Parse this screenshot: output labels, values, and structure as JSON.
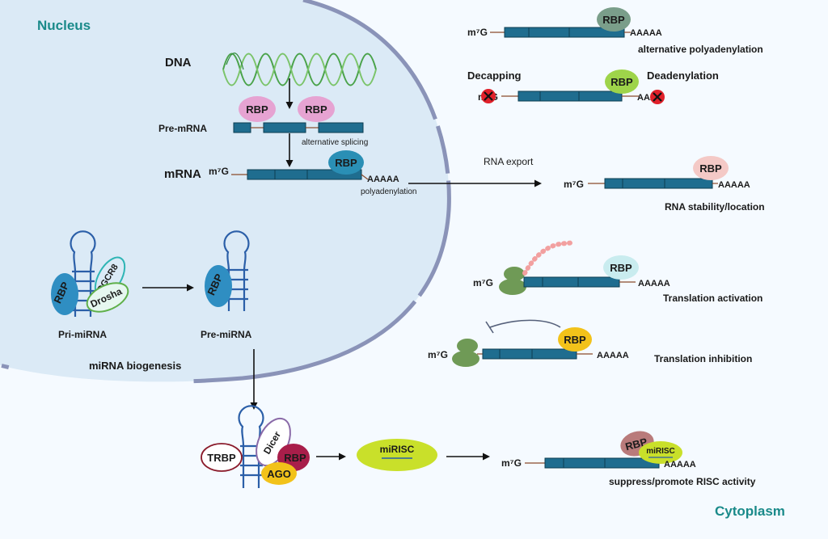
{
  "regions": {
    "nucleus": "Nucleus",
    "cytoplasm": "Cytoplasm"
  },
  "labels": {
    "dna": "DNA",
    "pre_mrna": "Pre-mRNA",
    "mrna": "mRNA",
    "rbp": "RBP",
    "cap": "m⁷G",
    "polya": "AAAAA",
    "alt_splicing": "alternative splicing",
    "polyadenylation": "polyadenylation",
    "rna_export": "RNA export",
    "alt_polyadenylation": "alternative polyadenylation",
    "decapping": "Decapping",
    "deadenylation": "Deadenylation",
    "decap_cap": "m⁷G",
    "deadenyl_tail": "AAAA",
    "stability": "RNA stability/location",
    "translation_activation": "Translation activation",
    "translation_inhibition": "Translation inhibition",
    "dgcr8": "DGCR8",
    "drosha": "Drosha",
    "pri_mirna": "Pri-miRNA",
    "pre_mirna": "Pre-miRNA",
    "mirna_biogenesis": "miRNA biogenesis",
    "trbp": "TRBP",
    "dicer": "Dicer",
    "ago": "AGO",
    "mirisc": "miRISC",
    "risc_activity": "suppress/promote RISC activity"
  },
  "colors": {
    "nucleus_fill": "#dbeaf6",
    "nucleus_border": "#8a93b8",
    "region_label": "#1a8a8a",
    "rna_strand": "#1f6d8f",
    "rbp_pink": "#e6a3d2",
    "rbp_teal": "#2a8fb5",
    "rbp_grey": "#7a9e8a",
    "rbp_lime": "#9ed44a",
    "rbp_light_pink": "#f4c9c6",
    "rbp_light_cyan": "#c9ecef",
    "rbp_yellow": "#f2c21a",
    "rbp_blue": "#2f8ec2",
    "rbp_maroon": "#a81e4a",
    "rbp_mauve": "#b97b7b",
    "ago_yellow": "#f2c21a",
    "mirisc_lime": "#c9e02a",
    "ribosome": "#6f9a56",
    "peptide": "#f2a0a0",
    "block_red": "#e0202a",
    "dna_green": "#4aa34a"
  }
}
